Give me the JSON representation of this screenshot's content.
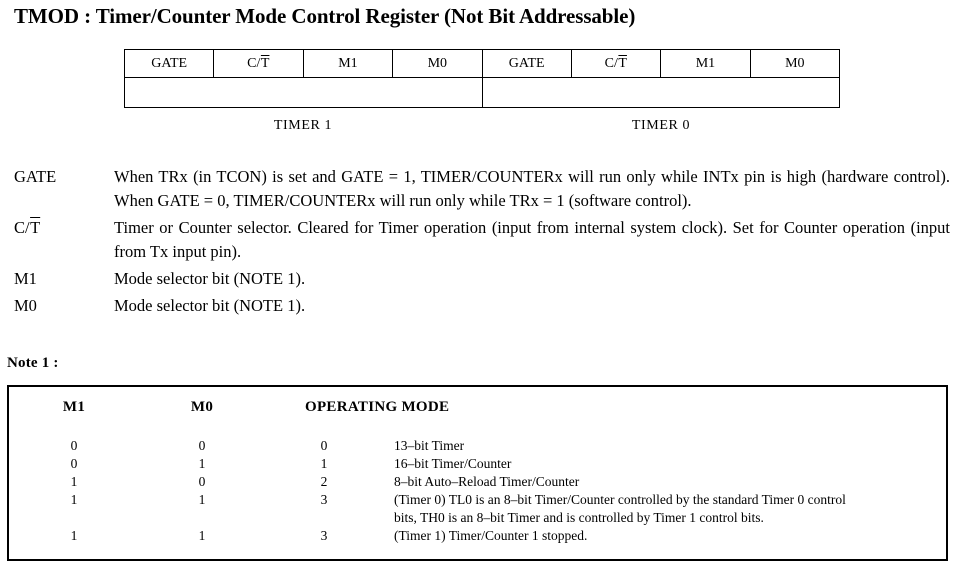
{
  "title": "TMOD : Timer/Counter Mode Control Register (Not Bit Addressable)",
  "register": {
    "bits": [
      {
        "label": "GATE",
        "overline": ""
      },
      {
        "label": "C/",
        "overline": "T"
      },
      {
        "label": "M1",
        "overline": ""
      },
      {
        "label": "M0",
        "overline": ""
      },
      {
        "label": "GATE",
        "overline": ""
      },
      {
        "label": "C/",
        "overline": "T"
      },
      {
        "label": "M1",
        "overline": ""
      },
      {
        "label": "M0",
        "overline": ""
      }
    ],
    "group_captions": {
      "timer1": "TIMER 1",
      "timer0": "TIMER 0"
    }
  },
  "descriptions": [
    {
      "label": "GATE",
      "overline": "",
      "text": "When TRx (in TCON) is set and GATE = 1, TIMER/COUNTERx will run only while INTx pin is high (hardware control). When GATE = 0, TIMER/COUNTERx will run only while TRx = 1 (software control)."
    },
    {
      "label": "C/",
      "overline": "T",
      "text": "Timer or Counter selector. Cleared for Timer operation (input from internal system clock). Set for Counter operation (input from Tx input pin)."
    },
    {
      "label": "M1",
      "overline": "",
      "text": "Mode selector bit (NOTE 1)."
    },
    {
      "label": "M0",
      "overline": "",
      "text": "Mode selector bit (NOTE 1)."
    }
  ],
  "note": {
    "title": "Note 1 :",
    "headers": {
      "m1": "M1",
      "m0": "M0",
      "mode": "OPERATING MODE"
    },
    "rows": [
      {
        "m1": "0",
        "m0": "0",
        "mode": "0",
        "lines": [
          "13–bit Timer"
        ]
      },
      {
        "m1": "0",
        "m0": "1",
        "mode": "1",
        "lines": [
          "16–bit Timer/Counter"
        ]
      },
      {
        "m1": "1",
        "m0": "0",
        "mode": "2",
        "lines": [
          "8–bit Auto–Reload Timer/Counter"
        ]
      },
      {
        "m1": "1",
        "m0": "1",
        "mode": "3",
        "lines": [
          "(Timer 0) TL0 is an 8–bit Timer/Counter controlled by the standard Timer 0 control",
          "bits, TH0 is an 8–bit Timer and is controlled by Timer 1 control bits."
        ]
      },
      {
        "m1": "1",
        "m0": "1",
        "mode": "3",
        "lines": [
          "(Timer 1) Timer/Counter 1 stopped."
        ]
      }
    ]
  }
}
